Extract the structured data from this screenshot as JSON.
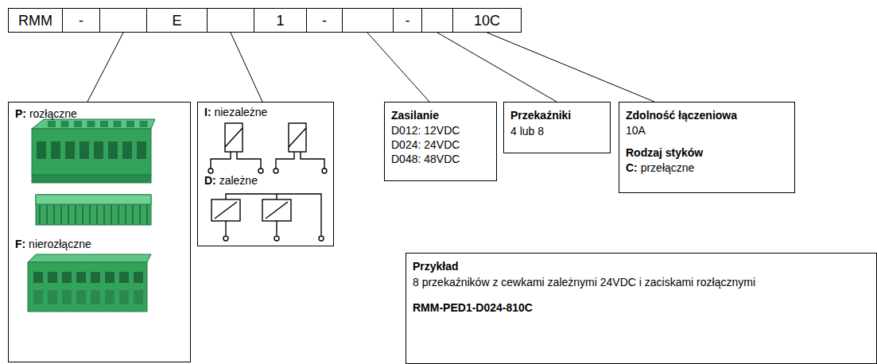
{
  "diagram": {
    "nodes": [
      {
        "text": [
          "RMM"
        ]
      },
      {
        "text": [
          "-"
        ]
      },
      {
        "text": [
          "E"
        ]
      },
      {
        "text": [
          "1"
        ]
      },
      {
        "text": [
          "-"
        ]
      },
      {
        "text": [
          "-"
        ]
      },
      {
        "text": [
          "10C"
        ]
      },
      {
        "text": [
          "P: rozłączne",
          "F: nierozłączne"
        ]
      },
      {
        "text": [
          "I: niezależne",
          "D: zależne"
        ]
      },
      {
        "text": [
          "Zasilanie",
          "D012: 12VDC",
          "D024: 24VDC",
          "D048: 48VDC"
        ]
      },
      {
        "text": [
          "Przekaźniki",
          "4 lub 8"
        ]
      },
      {
        "text": [
          "Zdolność łączeniowa",
          "10A",
          "Rodzaj styków",
          "C: przełączne"
        ]
      },
      {
        "text": [
          "Przykład",
          "8 przekaźników z cewkami zależnymi 24VDC i zaciskami rozłącznymi",
          "RMM-PED1-D024-810C"
        ]
      }
    ],
    "edges": [
      {
        "from": 6,
        "to": 11,
        "arrow": "none"
      }
    ]
  }
}
